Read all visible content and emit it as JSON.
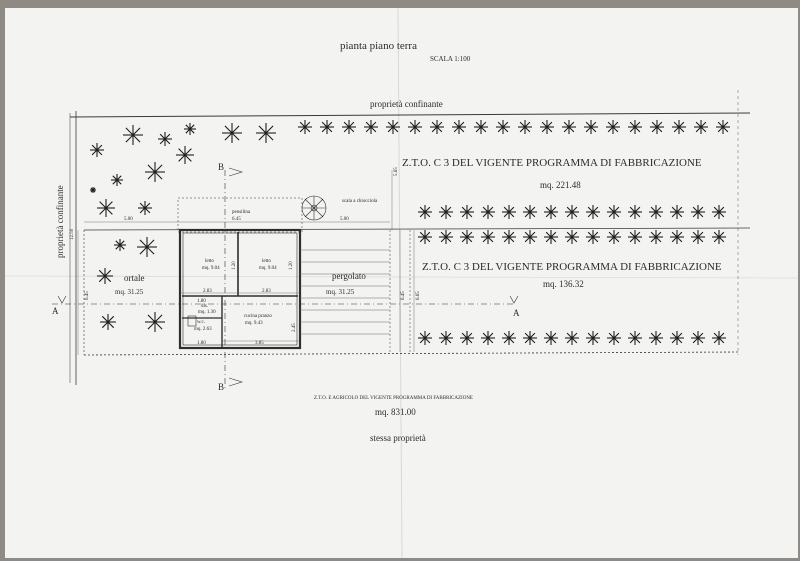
{
  "header": {
    "title": "pianta piano terra",
    "scale": "SCALA 1:100"
  },
  "labels": {
    "proprieta_top": "proprietà confinante",
    "proprieta_left": "proprietà confinante",
    "zto_upper": "Z.T.O. C 3  DEL VIGENTE PROGRAMMA DI FABBRICAZIONE",
    "zto_upper_area": "mq. 221.48",
    "zto_lower": "Z.T.O. C 3  DEL VIGENTE PROGRAMMA DI FABBRICAZIONE",
    "zto_lower_area": "mq. 136.32",
    "ortale": "ortale",
    "ortale_area": "mq. 31.25",
    "pergolato": "pergolato",
    "pergolato_area": "mq. 31.25",
    "agricolo": "Z.T.O.  E AGRICOLO DEL VIGENTE PROGRAMMA DI FABBRICAZIONE",
    "total_area": "mq. 831.00",
    "stessa": "stessa proprietà",
    "pensilina": "pensilina",
    "scala_chiocciola": "scala a chiocciola"
  },
  "rooms": {
    "letto1": "letto",
    "letto1_area": "mq. 9.04",
    "letto2": "letto",
    "letto2_area": "mq. 9.04",
    "cucina": "cucina pranzo",
    "cucina_area": "mq. 9.43",
    "wc": "w.c.",
    "wc_area": "mq. 2.63",
    "disimpegno": "dis.",
    "disimpegno_area": "mq. 1.30"
  },
  "sections": {
    "b_top": "B",
    "b_bottom": "B",
    "a_left": "A",
    "a_right": "A"
  },
  "dimensions": {
    "d_500_left": "5.00",
    "d_645_top": "6.45",
    "d_500_right": "5.00",
    "d_565": "5.65",
    "d_1250": "12.50",
    "d_645_left": "6.45",
    "d_645_mid": "6.45",
    "d_665": "6.65",
    "d_283_a": "2.83",
    "d_283_b": "2.83",
    "d_120_a": "1.20",
    "d_120_b": "1.20",
    "d_180_top": "1.80",
    "d_180_bot": "1.80",
    "d_385": "3.85",
    "d_245": "2.45"
  }
}
